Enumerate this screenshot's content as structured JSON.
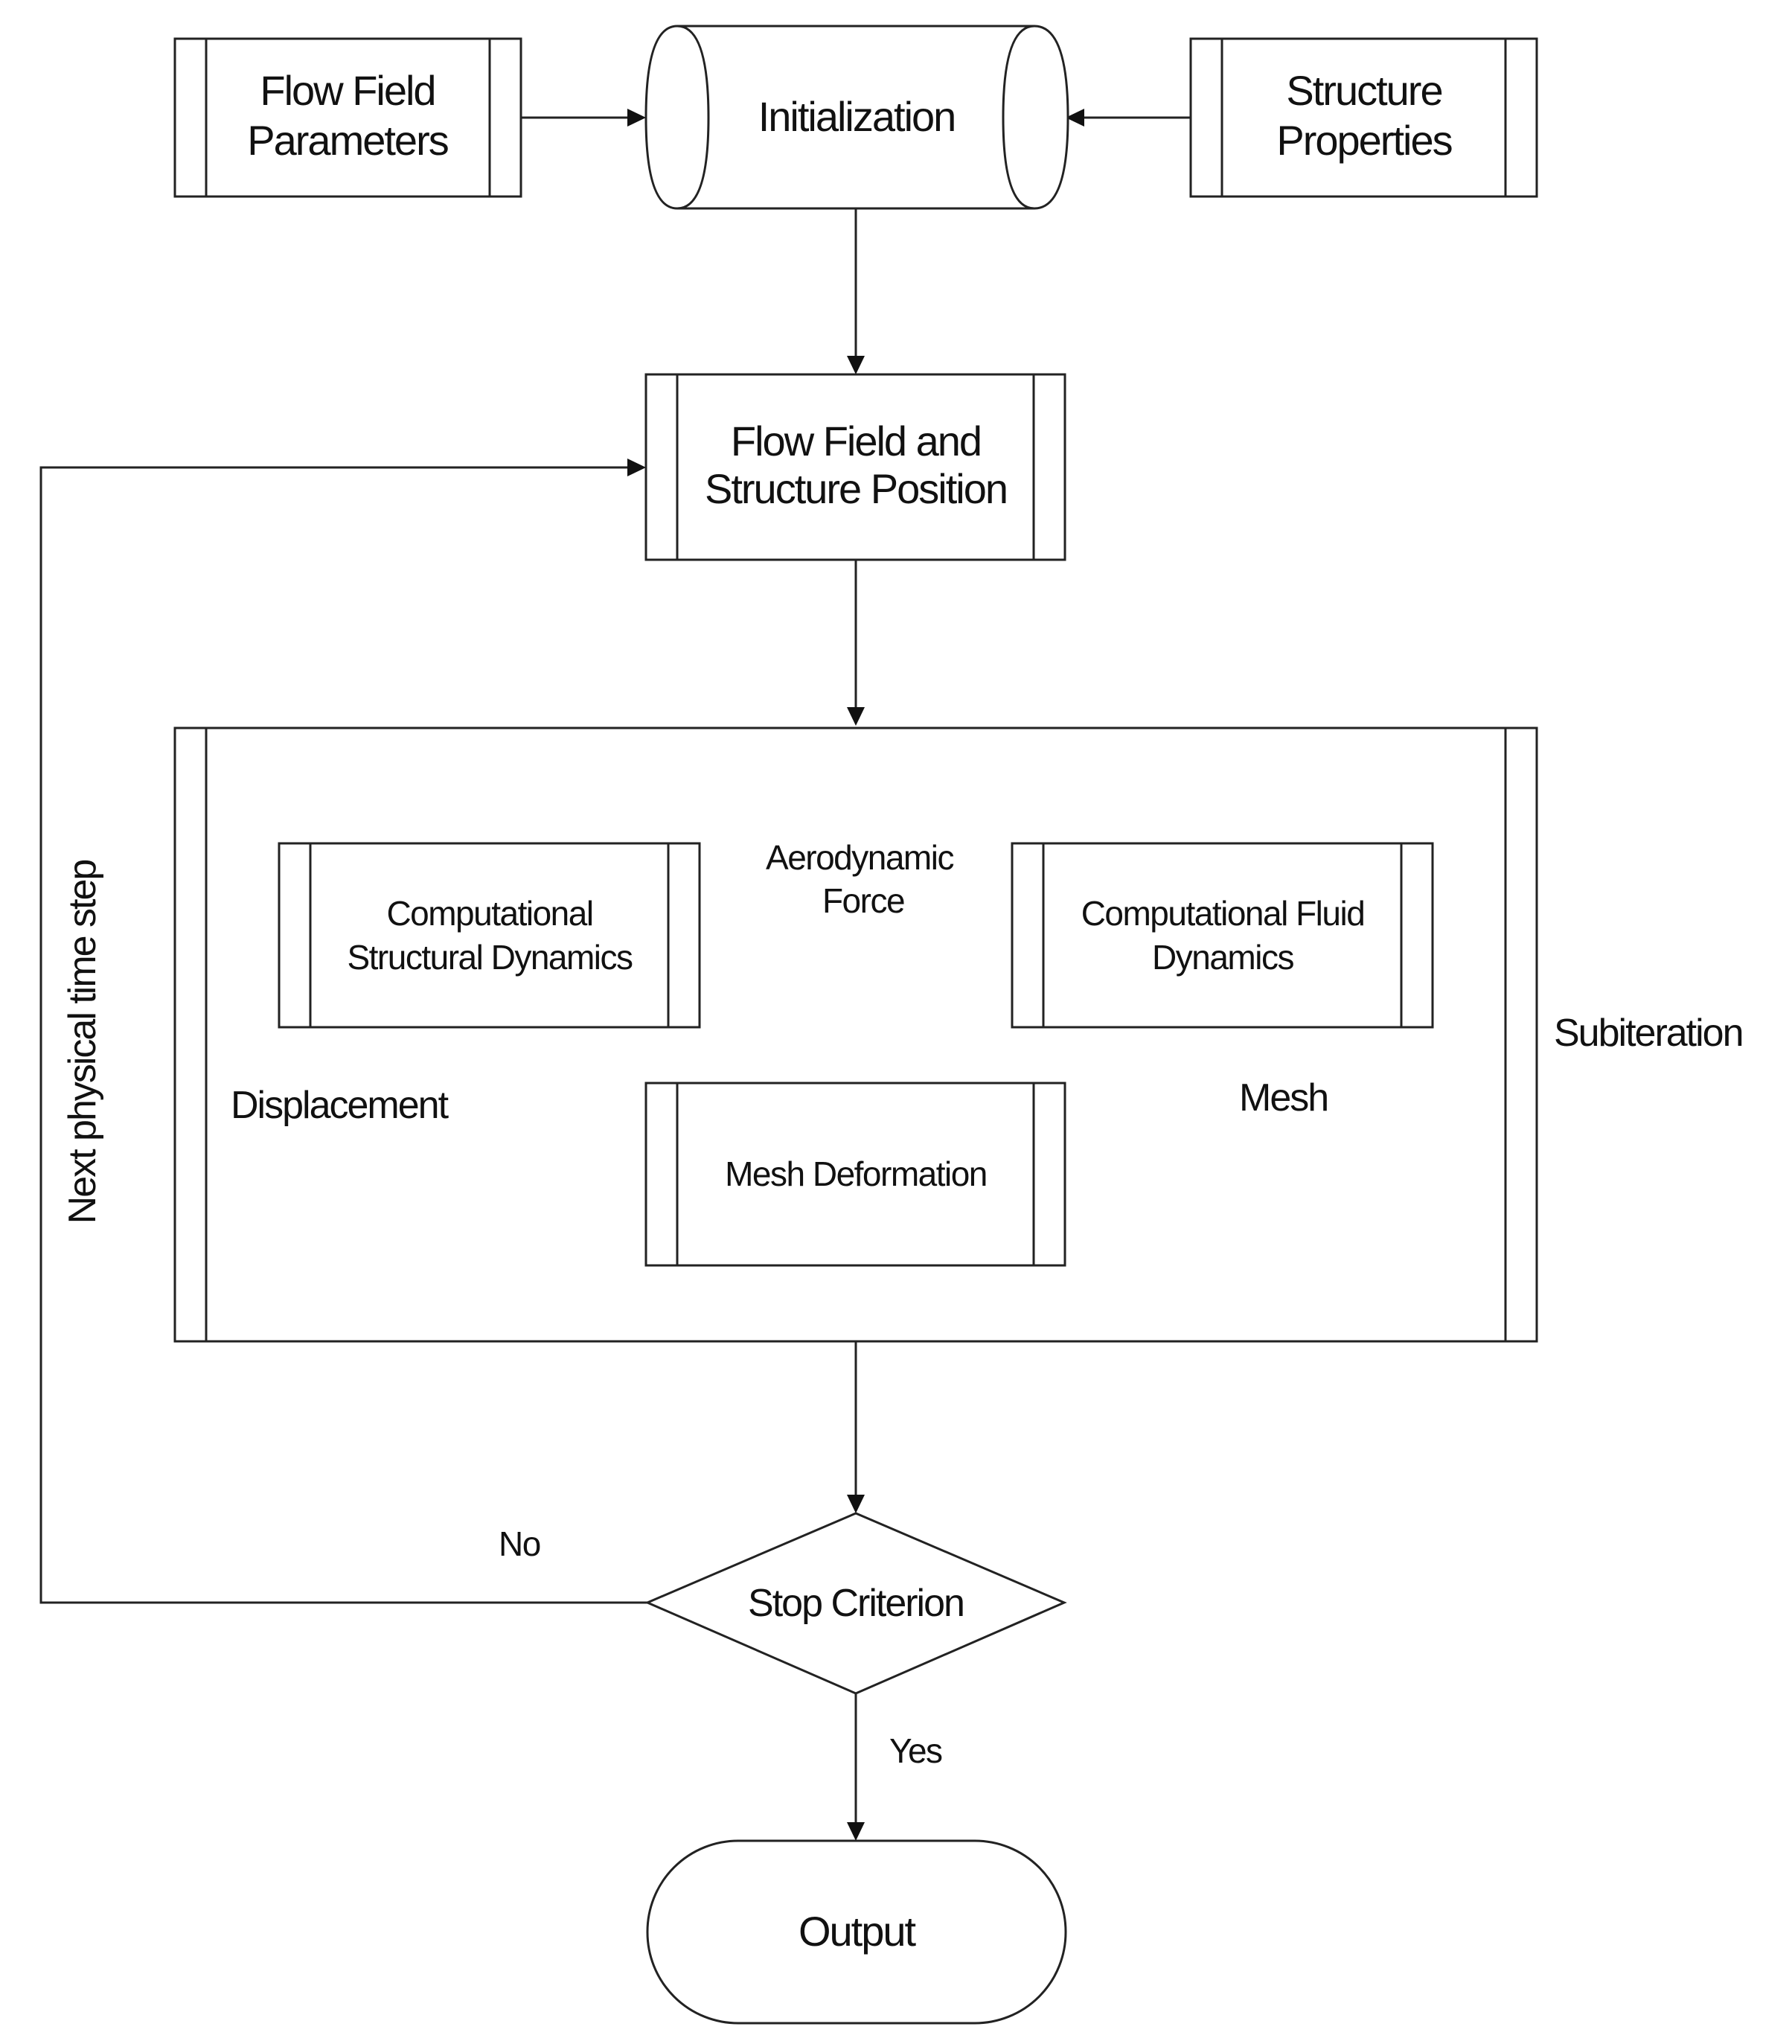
{
  "nodes": {
    "flow_field_parameters": {
      "lines": [
        "Flow Field",
        "Parameters"
      ]
    },
    "initialization": {
      "lines": [
        "Initialization"
      ]
    },
    "structure_properties": {
      "lines": [
        "Structure",
        "Properties"
      ]
    },
    "flow_field_structure_position": {
      "lines": [
        "Flow Field and",
        "Structure Position"
      ]
    },
    "computational_structural_dynamics": {
      "lines": [
        "Computational",
        "Structural Dynamics"
      ]
    },
    "computational_fluid_dynamics": {
      "lines": [
        "Computational Fluid",
        "Dynamics"
      ]
    },
    "mesh_deformation": {
      "lines": [
        "Mesh Deformation"
      ]
    },
    "stop_criterion": {
      "lines": [
        "Stop Criterion"
      ]
    },
    "output": {
      "lines": [
        "Output"
      ]
    }
  },
  "labels": {
    "aerodynamic_force": [
      "Aerodynamic",
      "Force"
    ],
    "displacement": "Displacement",
    "mesh": "Mesh",
    "subiteration": "Subiteration",
    "next_time_step": "Next physical time step",
    "no": "No",
    "yes": "Yes"
  }
}
